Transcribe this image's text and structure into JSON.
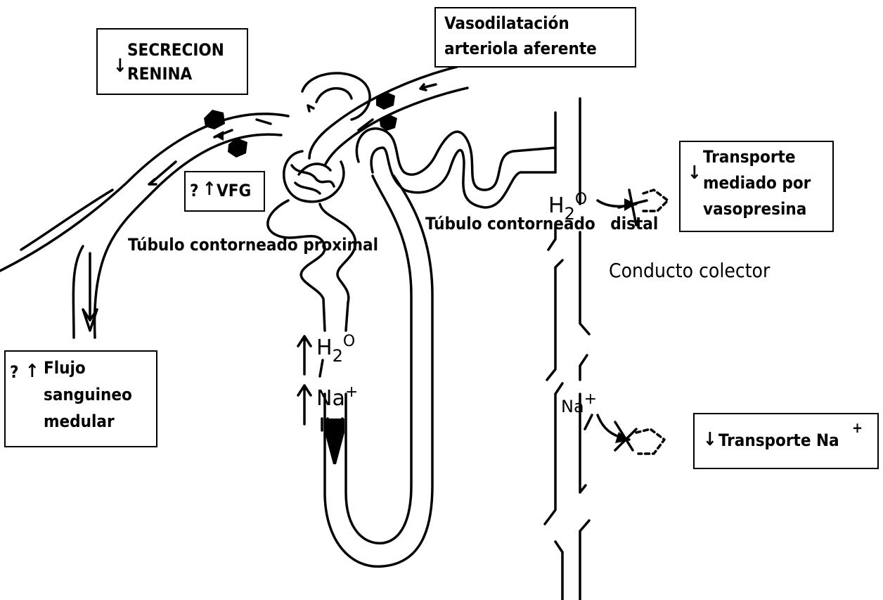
{
  "boxes": {
    "renina": {
      "line1": "SECRECION",
      "line2": "RENINA"
    },
    "vasodilatacion": {
      "line1": "Vasodilatación",
      "line2": "arteriola aferente"
    },
    "vfg": {
      "q": "?",
      "text": "VFG"
    },
    "vasopresina": {
      "line1": "Transporte",
      "line2": "mediado por",
      "line3": "vasopresina"
    },
    "flujo": {
      "q": "?",
      "line1": "Flujo",
      "line2": "sanguineo",
      "line3": "medular"
    },
    "transporte_na": {
      "text": "Transporte Na",
      "sup": "+"
    }
  },
  "labels": {
    "proximal": {
      "line1": "Túbulo",
      "line2": "contorneado",
      "line3": "proximal"
    },
    "distal": {
      "line1": "Túbulo",
      "line2": "contorneado",
      "line3": "distal"
    },
    "colector": {
      "line1": "Conducto",
      "line2": "colector"
    }
  },
  "symbols": {
    "h2o_loop": {
      "main": "H",
      "sub": "2",
      "end": "O"
    },
    "na_loop": {
      "main": "Na",
      "sup": "+"
    },
    "h2o_duct": {
      "main": "H",
      "sub": "2",
      "end": "O"
    },
    "na_duct": {
      "main": "Na",
      "sup": "+"
    }
  },
  "icons": {
    "down_arrow": "down-arrow-icon",
    "up_arrow": "up-arrow-icon",
    "blocked_transport": "blocked-transport-icon",
    "granule": "renin-granule-icon"
  }
}
